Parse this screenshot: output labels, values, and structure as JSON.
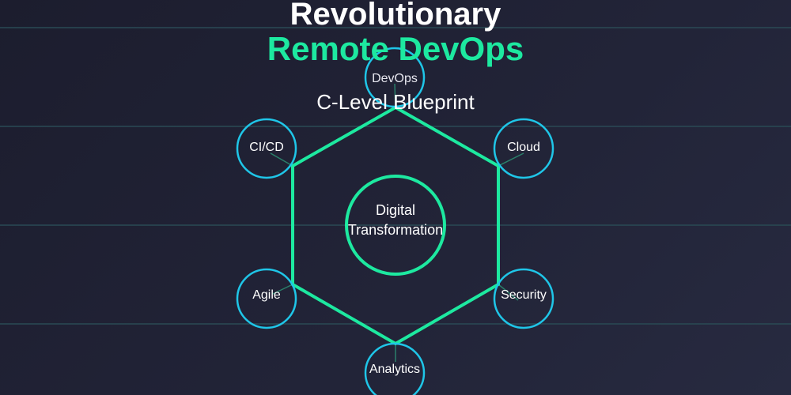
{
  "title": "Revolutionary",
  "subtitle": "Remote DevOps",
  "tagline": "C-Level Blueprint",
  "center": {
    "line1": "Digital",
    "line2": "Transformation"
  },
  "nodes": [
    {
      "label": "DevOps"
    },
    {
      "label": "Cloud"
    },
    {
      "label": "Security"
    },
    {
      "label": "Analytics"
    },
    {
      "label": "Agile"
    },
    {
      "label": "CI/CD"
    }
  ],
  "colors": {
    "accent": "#1de9a0",
    "node": "#1fc6e8",
    "grid": "#2a4a55",
    "text": "#ffffff"
  }
}
